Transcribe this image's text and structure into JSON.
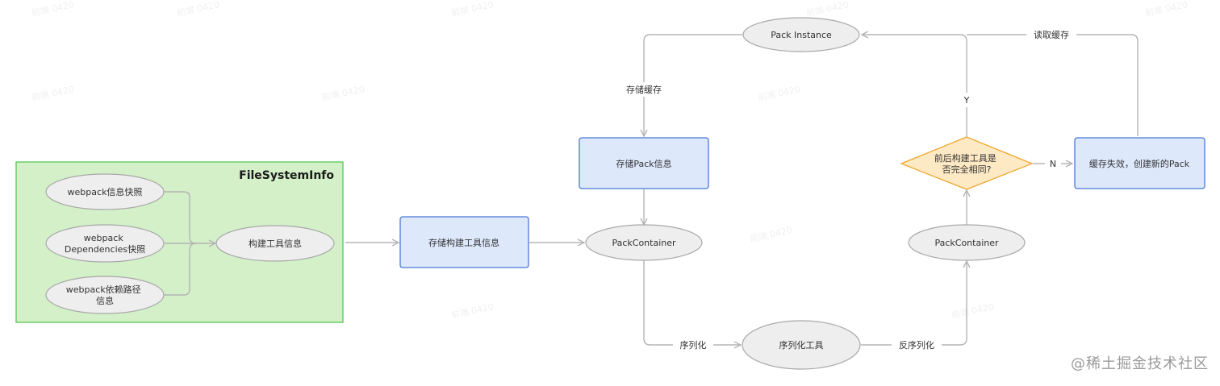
{
  "group": {
    "title": "FileSystemInfo"
  },
  "nodes": {
    "snapshot": [
      "webpack信息快照"
    ],
    "dependencies_snapshot": [
      "webpack",
      "Dependencies快照"
    ],
    "resolve_info": [
      "webpack依赖路径",
      "信息"
    ],
    "build_tool_info": [
      "构建工具信息"
    ],
    "store_build_tool_info": [
      "存储构建工具信息"
    ],
    "pack_container_left": [
      "PackContainer"
    ],
    "store_pack_info": [
      "存储Pack信息"
    ],
    "pack_instance": [
      "Pack Instance"
    ],
    "serializer": [
      "序列化工具"
    ],
    "pack_container_right": [
      "PackContainer"
    ],
    "decision": [
      "前后构建工具是",
      "否完全相同?"
    ],
    "cache_invalid": [
      "缓存失效，创建新的Pack"
    ]
  },
  "edge_labels": {
    "store_cache": "存储缓存",
    "serialize": "序列化",
    "deserialize": "反序列化",
    "yes": "Y",
    "no": "N",
    "read_cache": "读取缓存"
  },
  "colors": {
    "edge": "#b5b5b5",
    "ellipse_fill": "#eeeeee",
    "ellipse_stroke": "#a8a8a8",
    "rect_fill": "#dde8fb",
    "rect_stroke": "#4a78d6",
    "group_fill": "#d3f0c8",
    "group_stroke": "#55c855",
    "decision_fill": "#fde9c4",
    "decision_stroke": "#f0a830"
  },
  "watermark": {
    "text": "@稀土掘金技术社区"
  }
}
